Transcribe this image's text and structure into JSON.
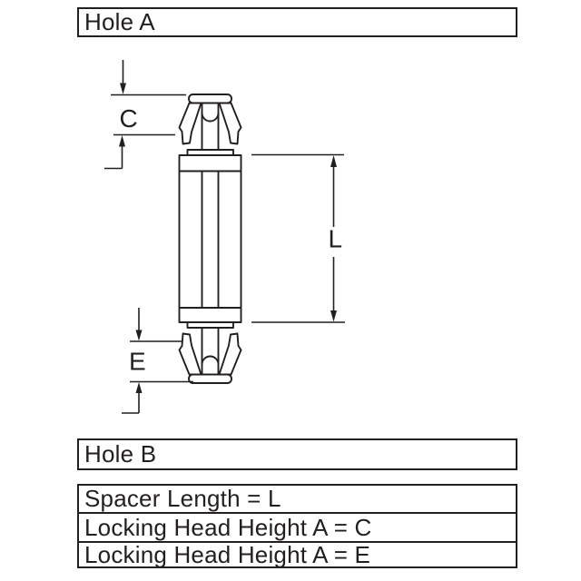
{
  "colors": {
    "ink": "#231f20",
    "paper": "#ffffff"
  },
  "hole_labels": {
    "top": "Hole A",
    "bottom": "Hole B"
  },
  "dimension_labels": {
    "c": "C",
    "l": "L",
    "e": "E"
  },
  "legend_rows": [
    {
      "text": "Spacer Length = L"
    },
    {
      "text": "Locking Head Height A = C"
    },
    {
      "text": "Locking Head Height A = E"
    }
  ]
}
